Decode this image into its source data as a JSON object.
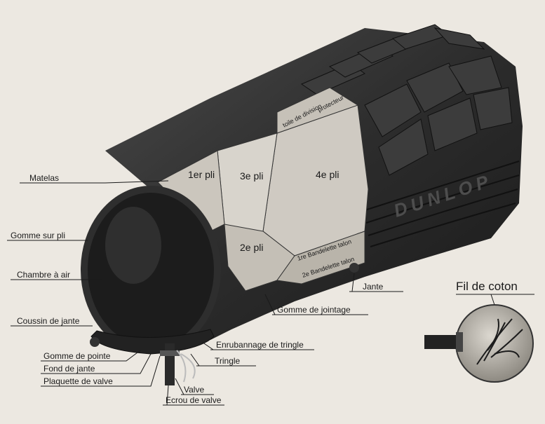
{
  "labels": {
    "matelas": "Matelas",
    "gomme_sur_pli": "Gomme sur pli",
    "chambre_a_air": "Chambre à air",
    "coussin_de_jante": "Coussin de jante",
    "gomme_de_pointe": "Gomme de pointe",
    "fond_de_jante": "Fond de jante",
    "plaquette_de_valve": "Plaquette de valve",
    "ecrou_de_valve": "Ecrou de valve",
    "valve": "Valve",
    "tringle": "Tringle",
    "enrubannage_de_tringle": "Enrubannage de tringle",
    "gomme_de_jointage": "Gomme de jointage",
    "jante": "Jante",
    "fil_de_coton": "Fil de coton"
  },
  "ply_labels": {
    "pli1": "1er pli",
    "pli2": "2e pli",
    "pli3": "3e pli",
    "pli4": "4e pli",
    "toile_de_division": "toile de division",
    "protecteur": "protecteur",
    "bandelette1": "1re Bandelette talon",
    "bandelette2": "2e Bandelette talon"
  },
  "brand_text": "DUNLOP",
  "colors": {
    "paper": "#ece8e1",
    "rubber": "#2b2b2b",
    "tube": "#1c1c1c",
    "ply_light": "#d2cec6",
    "ply_mid": "#bdb8ae",
    "lens": "#c9c4bb"
  }
}
